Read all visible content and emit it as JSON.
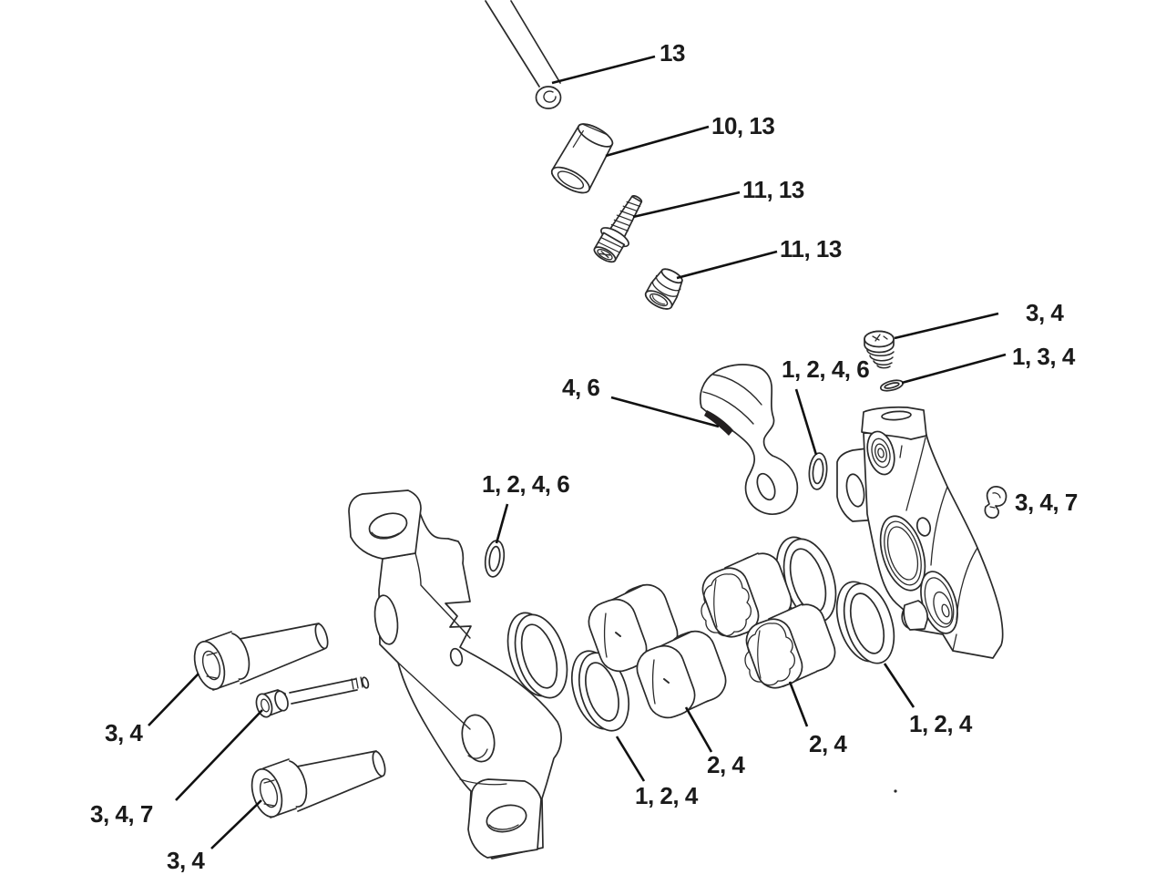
{
  "diagram": {
    "kind": "exploded-parts-diagram",
    "subject": "hydraulic disc brake caliper assembly",
    "colors": {
      "background": "#ffffff",
      "line": "#231f20",
      "leader": "#111111",
      "text": "#1b1b1b"
    },
    "callouts": [
      {
        "id": "brake-hose",
        "text": "13"
      },
      {
        "id": "hose-sleeve-fitting",
        "text": "10, 13"
      },
      {
        "id": "compression-screw",
        "text": "11, 13"
      },
      {
        "id": "compression-nut",
        "text": "11, 13"
      },
      {
        "id": "bleed-screw",
        "text": "3, 4"
      },
      {
        "id": "bleed-o-ring",
        "text": "1, 3, 4"
      },
      {
        "id": "o-ring-right",
        "text": "1, 2, 4, 6"
      },
      {
        "id": "hose-clamp-lever",
        "text": "4, 6"
      },
      {
        "id": "o-ring-left",
        "text": "1, 2, 4, 6"
      },
      {
        "id": "retainer-clip",
        "text": "3, 4, 7"
      },
      {
        "id": "mounting-bolt-upper",
        "text": "3, 4"
      },
      {
        "id": "pad-pin",
        "text": "3, 4, 7"
      },
      {
        "id": "mounting-bolt-lower",
        "text": "3, 4"
      },
      {
        "id": "piston-seal-front",
        "text": "1, 2, 4"
      },
      {
        "id": "pistons-front",
        "text": "2, 4"
      },
      {
        "id": "pistons-rear",
        "text": "2, 4"
      },
      {
        "id": "piston-seal-rear",
        "text": "1, 2, 4"
      }
    ],
    "parts": [
      "brake-hose",
      "hose-sleeve-fitting",
      "compression-screw",
      "compression-nut",
      "bleed-screw",
      "bleed-o-ring",
      "hose-clamp-lever",
      "o-ring-right",
      "o-ring-left",
      "outer-caliper-half",
      "retainer-clip",
      "inner-caliper-half",
      "mounting-bolt-upper",
      "mounting-bolt-lower",
      "pad-pin",
      "piston-seal-1",
      "piston-seal-2",
      "piston-seal-3",
      "piston-seal-4",
      "piston-smooth-1",
      "piston-smooth-2",
      "piston-knurled-1",
      "piston-knurled-2"
    ]
  }
}
